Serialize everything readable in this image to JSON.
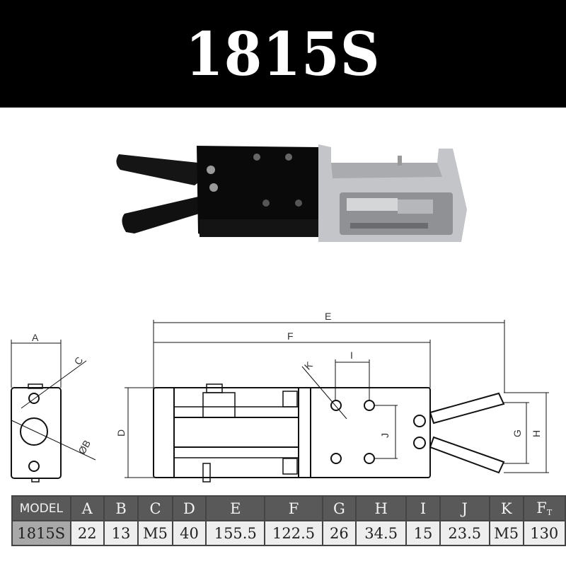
{
  "banner": {
    "title": "1815S"
  },
  "photo": {
    "description": "product-photo-gripper",
    "body_color": "#0a0a0a",
    "housing_color": "#b9bbbe"
  },
  "drawing": {
    "labels": {
      "A": "A",
      "B": "ØB",
      "C": "C",
      "D": "D",
      "E": "E",
      "F": "F",
      "G": "G",
      "H": "H",
      "I": "I",
      "J": "J",
      "K": "K"
    }
  },
  "table": {
    "headers": [
      "MODEL",
      "A",
      "B",
      "C",
      "D",
      "E",
      "F",
      "G",
      "H",
      "I",
      "J",
      "K",
      "F",
      "T"
    ],
    "columns": [
      {
        "key": "MODEL",
        "header": "MODEL",
        "width": 81
      },
      {
        "key": "A",
        "header": "A",
        "width": 46
      },
      {
        "key": "B",
        "header": "B",
        "width": 47
      },
      {
        "key": "C",
        "header": "C",
        "width": 47
      },
      {
        "key": "D",
        "header": "D",
        "width": 46
      },
      {
        "key": "E",
        "header": "E",
        "width": 82
      },
      {
        "key": "F",
        "header": "F",
        "width": 80
      },
      {
        "key": "G",
        "header": "G",
        "width": 46
      },
      {
        "key": "H",
        "header": "H",
        "width": 70
      },
      {
        "key": "I",
        "header": "I",
        "width": 46
      },
      {
        "key": "J",
        "header": "J",
        "width": 69
      },
      {
        "key": "K",
        "header": "K",
        "width": 46
      },
      {
        "key": "FT",
        "header": "F",
        "header_sub": "T",
        "width": 58
      }
    ],
    "row": [
      "1815S",
      "22",
      "13",
      "M5",
      "40",
      "155.5",
      "122.5",
      "26",
      "34.5",
      "15",
      "23.5",
      "M5",
      "130"
    ]
  }
}
